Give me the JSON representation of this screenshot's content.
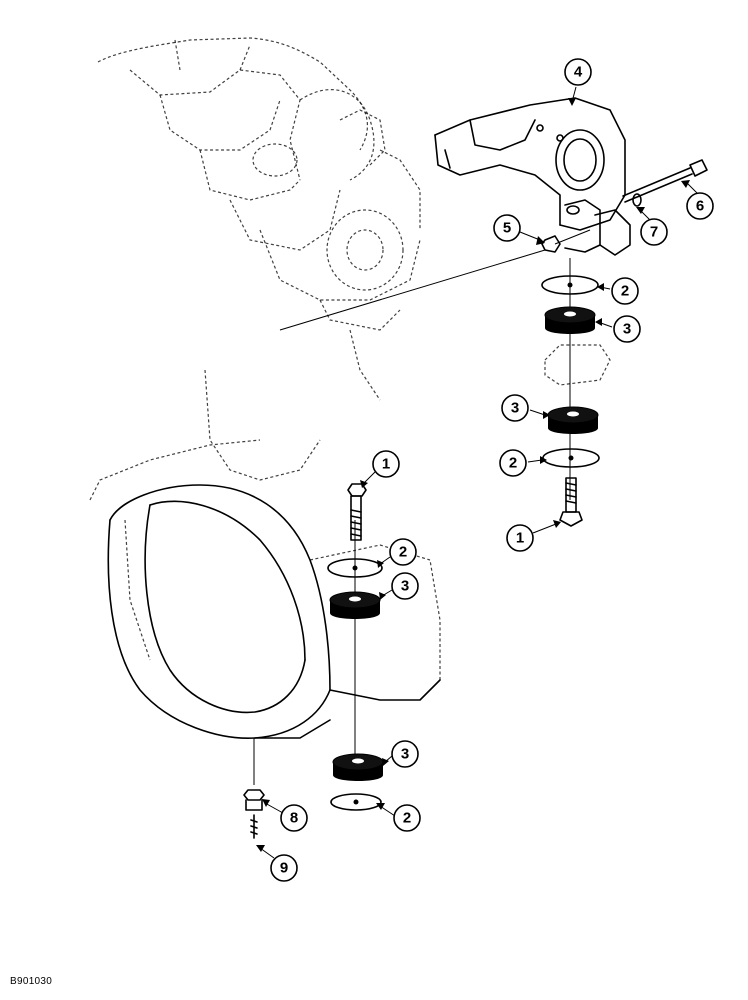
{
  "callouts": [
    "1",
    "2",
    "3",
    "4",
    "5",
    "6",
    "7",
    "8",
    "9"
  ],
  "reference_code": "B901030"
}
